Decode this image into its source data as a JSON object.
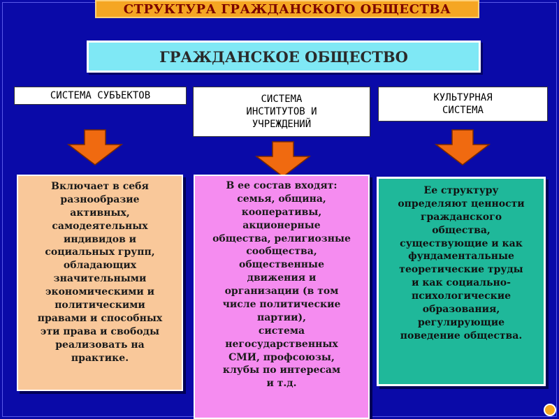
{
  "banner": {
    "text": "СТРУКТУРА ГРАЖДАНСКОГО ОБЩЕСТВА"
  },
  "center": {
    "text": "ГРАЖДАНСКОЕ ОБЩЕСТВО"
  },
  "headers": [
    {
      "text": "СИСТЕМА СУБЪЕКТОВ"
    },
    {
      "text": "СИСТЕМА\nИНСТИТУТОВ И\nУЧРЕЖДЕНИЙ"
    },
    {
      "text": "КУЛЬТУРНАЯ\nСИСТЕМА"
    }
  ],
  "boxes": [
    {
      "text": "Включает в себя\nразнообразие\nактивных,\nсамодеятельных\nиндивидов и\nсоциальных групп,\nобладающих\nзначительными\nэкономическими и\nполитическими\nправами и способных\nэти права и свободы\nреализовать на\nпрактике."
    },
    {
      "text": "В ее состав входят:\nсемья, община,\nкооперативы,\nакционерные\nобщества, религиозные\nсообщества,\nобщественные\nдвижения и\nорганизации (в том\nчисле политические\nпартии),\nсистема\nнегосударственных\nСМИ, профсоюзы,\nклубы по интересам\nи т.д."
    },
    {
      "text": "Ее структуру\nопределяют ценности\nгражданского\nобщества,\nсуществующие и как\nфундаментальные\nтеоретические труды\nи как социально-\nпсихологические\nобразования,\nрегулирующие\nповедение общества."
    }
  ],
  "colors": {
    "background": "#0a0aa8",
    "banner": "#f5a623",
    "center": "#7fe8f5",
    "arrow": "#f06a10",
    "box_1": "#f9c89a",
    "box_2": "#f58cf0",
    "box_3": "#1fb89a"
  },
  "icons": {
    "arrows": "down-arrow-icon"
  }
}
